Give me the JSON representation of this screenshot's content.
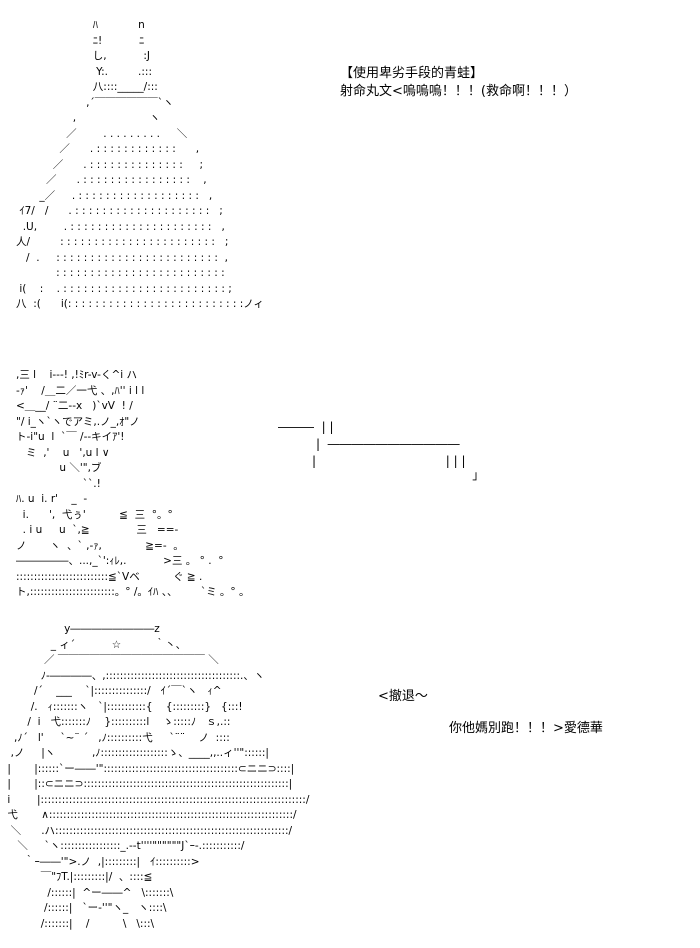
{
  "panel1": {
    "art": "                          ﾊ            n\n                          ﾆ!           ﾆ\n                          し,           :J\n                           Y:.         .:::\n                          八::::_____/:::\n                        ,´￣￣￣￣￣￣`ヽ\n                    ,                      ヽ\n                  ／        . . . . . . . . .     ＼\n                ／      . : : : : : : : : : : : :      ,\n              ／      . : : : : : : : : : : : : : :     ;\n            ／      . : : : : : : : : : : : : : : : :    ,\n          _／     . : : : : : : : : : : : : : : : : : :   ,\n    ｲ7/   /      . : : : : : : : : : : : : : : : : : : : :   ;\n     .U,        . : : : : : : : : : : : : : : : : : : : : :   ,\n   人/         : : : : : : : : : : : : : : : : : : : : : : :   ;\n      /  .     : : : : : : : : : : : : : : : : : : : : : : : :  ,\n               : : : : : : : : : : : : : : : : : : : : : : : : :\n    i(    :    . : : : : : : : : : : : : : : : : : : : : : : : : ;\n   八  :(      i(: : : : : : : : : : : : : : : : : : : : : : : : : :ノィ",
    "caption_line1": "【使用卑劣手段的青蛙】",
    "caption_line2": "射命丸文<嗚嗚嗚！！！(救命啊！！！）"
  },
  "panel2": {
    "art": ",三 l    i---! ,!ﾐr-v-く^i ハ\n-ｧ'    /＿二／一弋 、,ﾊ'' i l l\n<＿__/ ¨二--x   )`vV  ! /\n\"/ i_ヽ`ヽでアミ,.ノ_,ｵ\"ノ\nト-i\"u  l  `￣ /--キイｱ'!\n   ミ  ,'    u   ',u l ∨\n             u ＼'\",ブ\n                    ``.!\nﾊ. u  i. r'    _  -\n  i.      ',  弋ぅ'          ≦  三  °。°\n  . i u     u  `,≧              三   ==-\nノ       ヽ  、` ,-ｧ,             ≧=-  。\n―――――、...,_`':ｨﾚ,.           >三 。 ° .  °\n::::::::::::::::::::::::::≦`Vベ          ぐ ≧ .\nト,::::::::::::::::::::::::。° /。ｲﾊ 、、       `ミ 。° 。",
    "sfx_line1": "―――  | |",
    "sfx_line2": "|  ―――――――――――",
    "sfx_line3": "|                                  | | |",
    "sfx_line4": "                                          」"
  },
  "panel3": {
    "art": "                  y――――――――z\n              _ ィ´           ☆          ｀丶、\n            ／ ￣￣￣￣￣￣￣￣￣￣￣￣￣￣ ＼\n           ﾉ‐――――、,::::::::::::::::::::::::::::::::::::::.、ヽ\n         /´    ___    `|:::::::::::::::/   ｲ´￣`ヽ   ｨ^\n        /.   ｨ:::::::ヽ   `|:::::::::::{    {:::::::::}   {:::!\n       /  i   弋:::::::ﾉ    }::::::::::l    ゝ:::::ﾉ   ｓ,.::\n   ,ﾉ´   l'     `~¨ ´   ,ﾉ::::::::::弋     `¨¨    ノ  ::::\n  ,ノ     |ヽ           ,ﾉ:::::::::::::::::::ゝ、____,,..ィ''\"::::::|\n |       |::::::`ー――'\"::::::::::::::::::::::::::::::::::::::⊂ニニ⊃::::|\n |       |::⊂ニニ⊃::::::::::::::::::::::::::::::::::::::::::::::::::::::::::|\n i        |:::::::::::::::::::::::::::::::::::::::::::::::::::::::::::::::::::::::::::/\n 弋       ∧:::::::::::::::::::::::::::::::::::::::::::::::::::::::::::::::::::::/\n  ＼      .ハ::::::::::::::::::::::::::::::::::::::::::::::::::::::::::::::::::/\n    ＼     `ヽ:::::::::::::::::_.--t''''\"\"\"\"\"\"J`ｰ-.:::::::::::/\n      ｀ｰ――'\">.ノ  ,|:::::::::|   ｲ::::::::::>\n           ￣\"ﾌT.|:::::::::|/  、::::≦\n             /::::::|  ^ー――^   \\:::::::\\\n            /::::::|   `ー-''\"ヽ_   ヽ::::\\\n           /:::::::|    /          \\   \\:::\\",
    "dialog_line1": "<撤退～",
    "dialog_line2": "你他媽別跑！！！>愛德華"
  }
}
